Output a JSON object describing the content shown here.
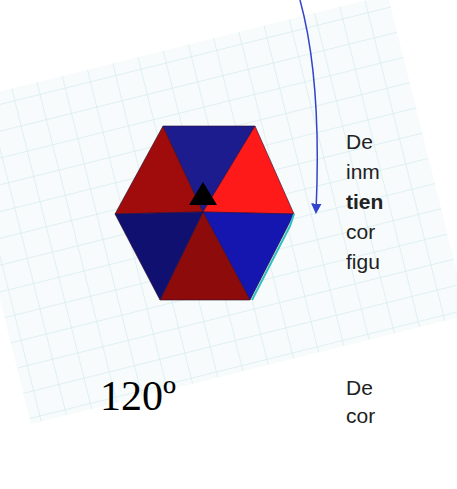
{
  "diagram": {
    "labels": [
      "120º",
      "De",
      "inm",
      "tien",
      "cor",
      "figu",
      "De",
      "cor"
    ]
  }
}
